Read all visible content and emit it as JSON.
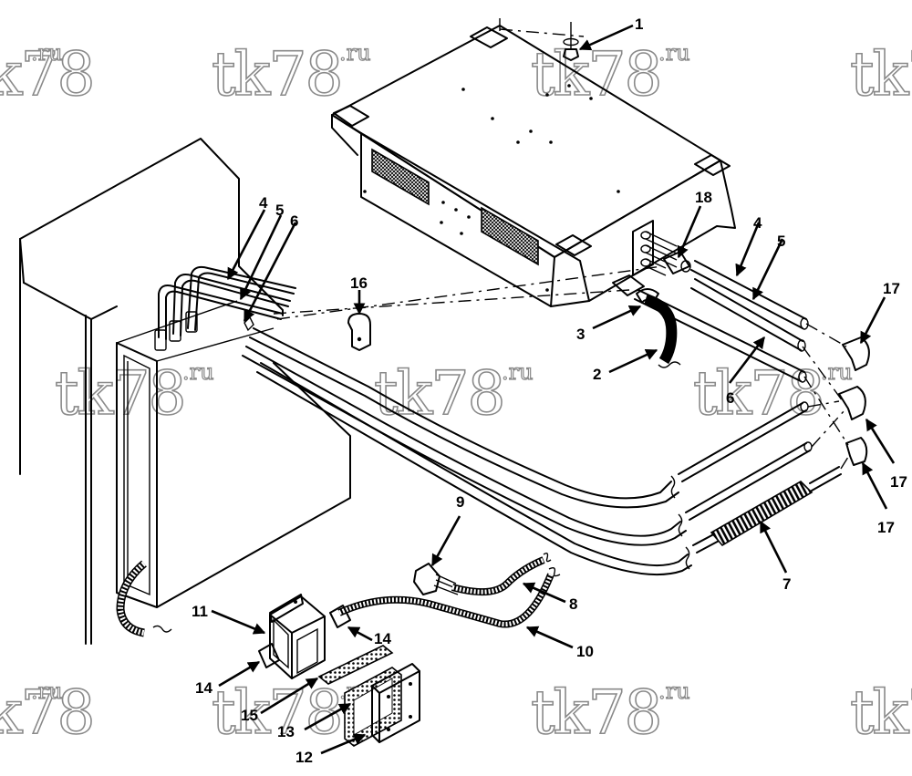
{
  "watermark": {
    "text": "tk78",
    "suffix": ".ru"
  },
  "callouts": {
    "c1": "1",
    "c2": "2",
    "c3": "3",
    "c4a": "4",
    "c5a": "5",
    "c6a": "6",
    "c4b": "4",
    "c5b": "5",
    "c6b": "6",
    "c7": "7",
    "c8": "8",
    "c9": "9",
    "c10": "10",
    "c11": "11",
    "c12": "12",
    "c13": "13",
    "c14a": "14",
    "c14b": "14",
    "c15": "15",
    "c16": "16",
    "c17a": "17",
    "c17b": "17",
    "c17c": "17",
    "c18": "18"
  }
}
